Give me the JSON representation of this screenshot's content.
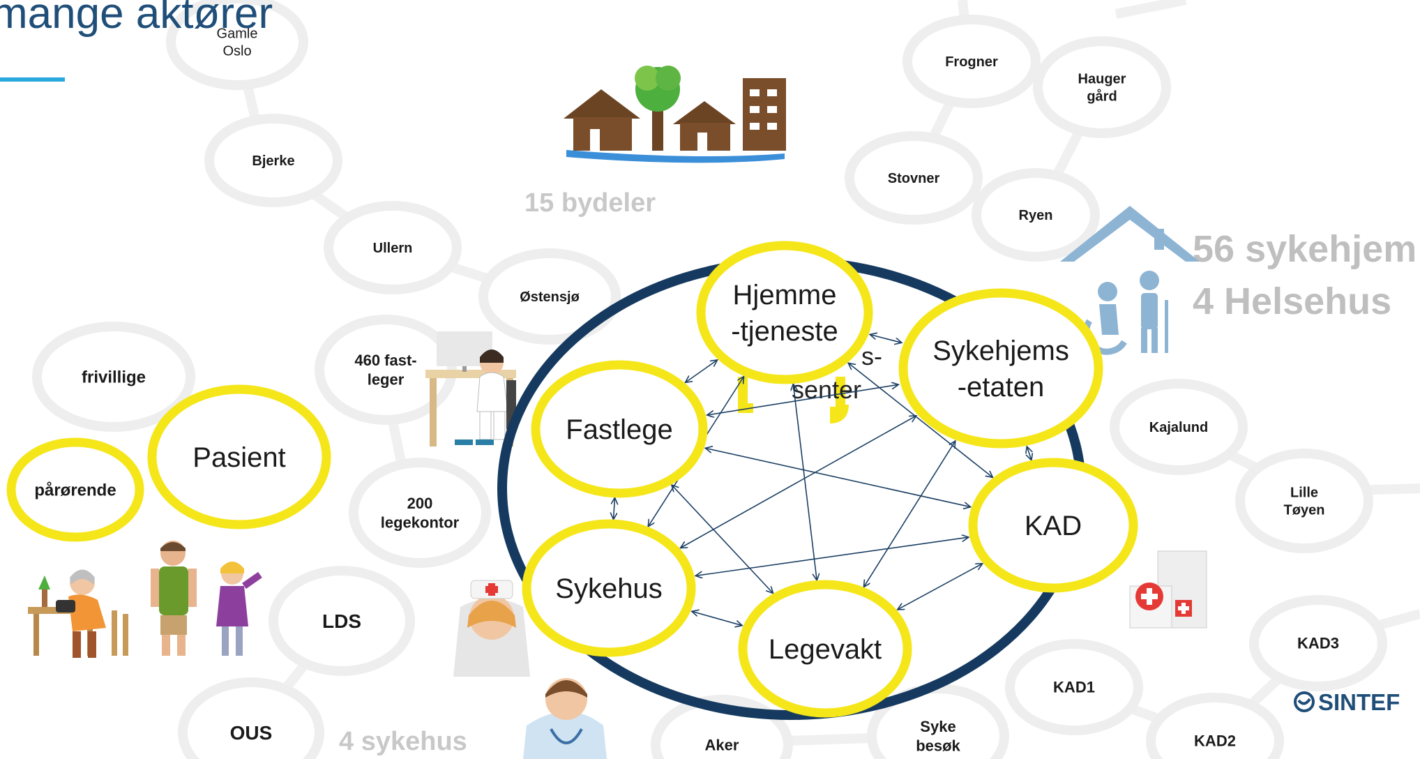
{
  "slide_title": "mange aktører",
  "background_nodes": [
    {
      "id": "gamle-oslo",
      "text": "Gamle Oslo"
    },
    {
      "id": "bjerke",
      "text": "Bjerke"
    },
    {
      "id": "ullern",
      "text": "Ullern"
    },
    {
      "id": "ostensjo",
      "text": "Østensjø"
    },
    {
      "id": "fastleger",
      "text": "460 fast- leger"
    },
    {
      "id": "frivillige",
      "text": "frivillige"
    },
    {
      "id": "legekontor",
      "text": "200 legekontor"
    },
    {
      "id": "lds",
      "text": "LDS"
    },
    {
      "id": "ous",
      "text": "OUS"
    },
    {
      "id": "aker",
      "text": "Aker"
    },
    {
      "id": "sykebesok",
      "text": "Syke besøk"
    },
    {
      "id": "frogner",
      "text": "Frogner"
    },
    {
      "id": "haugergard",
      "text": "Hauger gård"
    },
    {
      "id": "stovner",
      "text": "Stovner"
    },
    {
      "id": "ryen",
      "text": "Ryen"
    },
    {
      "id": "kajalund",
      "text": "Kajalund"
    },
    {
      "id": "lille-toyen",
      "text": "Lille Tøyen"
    },
    {
      "id": "kad1",
      "text": "KAD1"
    },
    {
      "id": "kad2",
      "text": "KAD2"
    },
    {
      "id": "kad3",
      "text": "KAD3"
    }
  ],
  "counts": {
    "bydeler": "15 bydeler",
    "sykehjem": "56 sykehjem",
    "helsehus": "4 Helsehus",
    "sykehus": "4 sykehus"
  },
  "patient_nodes": [
    {
      "id": "pasient",
      "text": "Pasient"
    },
    {
      "id": "parorende",
      "text": "pårørende"
    }
  ],
  "hub_nodes": [
    {
      "id": "hjemmetjeneste",
      "text": "Hjemme -tjeneste"
    },
    {
      "id": "sykehjemsetaten",
      "text": "Sykehjems -etaten"
    },
    {
      "id": "fastlege",
      "text": "Fastlege"
    },
    {
      "id": "kad",
      "text": "KAD"
    },
    {
      "id": "sykehus",
      "text": "Sykehus"
    },
    {
      "id": "legevakt",
      "text": "Legevakt"
    }
  ],
  "hidden_node_fragment": "s- senter",
  "connections": [
    [
      "fastlege",
      "hjemmetjeneste"
    ],
    [
      "fastlege",
      "sykehjemsetaten"
    ],
    [
      "fastlege",
      "kad"
    ],
    [
      "fastlege",
      "sykehus"
    ],
    [
      "fastlege",
      "legevakt"
    ],
    [
      "hjemmetjeneste",
      "sykehus"
    ],
    [
      "hjemmetjeneste",
      "legevakt"
    ],
    [
      "hjemmetjeneste",
      "sykehjemsetaten"
    ],
    [
      "sykehjemsetaten",
      "sykehus"
    ],
    [
      "sykehjemsetaten",
      "legevakt"
    ],
    [
      "sykehjemsetaten",
      "kad"
    ],
    [
      "sykehus",
      "kad"
    ],
    [
      "sykehus",
      "legevakt"
    ],
    [
      "kad",
      "legevakt"
    ],
    [
      "kad",
      "hjemmetjeneste"
    ]
  ],
  "logo": {
    "text": "SINTEF"
  },
  "colors": {
    "title": "#1f4e79",
    "accent_line": "#29a8e0",
    "highlight_ring": "#f5e61a",
    "hub_ring": "#163a5f",
    "arrow": "#1b3f63",
    "bg_ring": "#eeeeee",
    "count_text": "#c8c8c8",
    "sykehjem_text": "#bfbfbf",
    "house_icon": "#8eb4d4"
  }
}
